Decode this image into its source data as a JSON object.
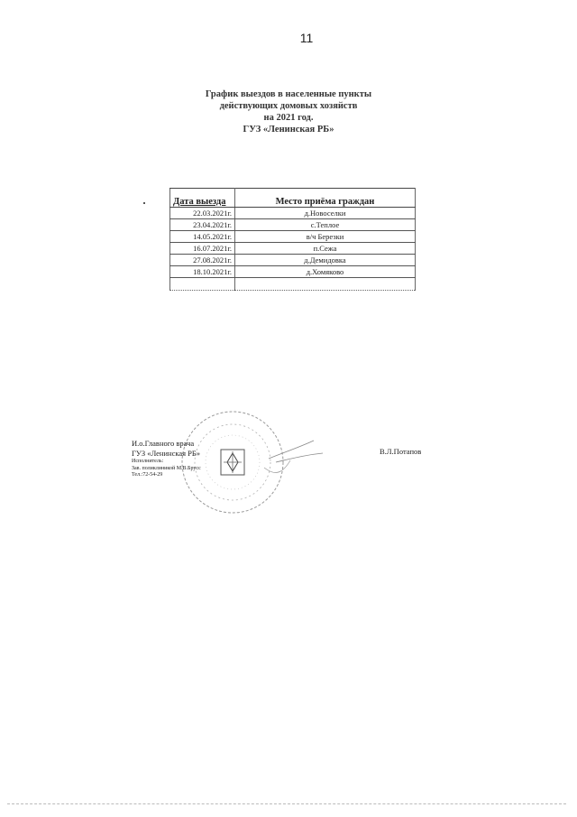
{
  "page": {
    "number": "11"
  },
  "title": {
    "lines": [
      "График выездов в населенные пункты",
      "действующих домовых хозяйств",
      "на 2021 год.",
      "ГУЗ «Ленинская РБ»"
    ]
  },
  "schedule_table": {
    "headers": {
      "date": "Дата выезда",
      "place": "Место приёма граждан"
    },
    "rows": [
      {
        "date": "22.03.2021г.",
        "place": "д.Новоселки"
      },
      {
        "date": "23.04.2021г.",
        "place": "с.Теплое"
      },
      {
        "date": "14.05.2021г.",
        "place": "в/ч Березки"
      },
      {
        "date": "16.07.2021г.",
        "place": "п.Сежа"
      },
      {
        "date": "27.08.2021г.",
        "place": "д.Демидовка"
      },
      {
        "date": "18.10.2021г.",
        "place": "д.Хомяково"
      }
    ]
  },
  "signature": {
    "position_line1": "И.о.Главного врача",
    "position_line2": "ГУЗ «Ленинская РБ»",
    "executor_label": "Исполнитель:",
    "executor_name": "Зав. поликлиникой  М.В.Брусс",
    "phone": "Тел.:72-54-29",
    "signatory": "В.Л.Потапов"
  },
  "stamp": {
    "icon": "stamp-seal-icon"
  }
}
